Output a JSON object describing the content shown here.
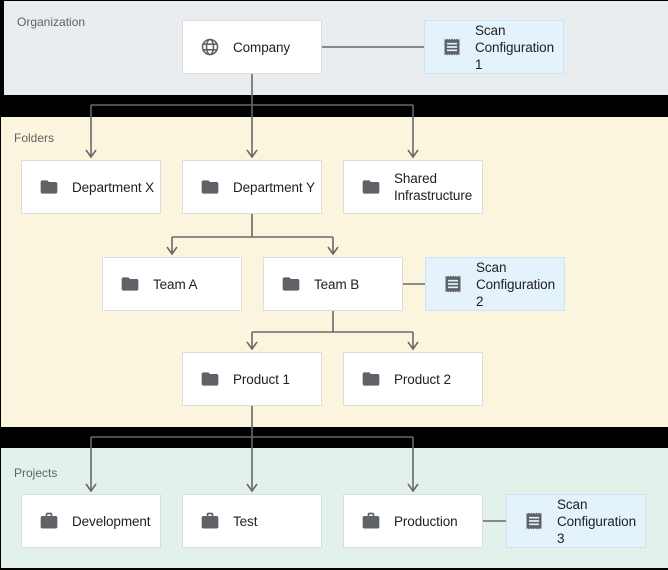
{
  "diagram": {
    "sections": {
      "organization": {
        "label": "Organization"
      },
      "folders": {
        "label": "Folders"
      },
      "projects": {
        "label": "Projects"
      }
    },
    "nodes": {
      "company": {
        "label": "Company",
        "icon": "globe-icon"
      },
      "scan1": {
        "label": "Scan Configuration 1",
        "icon": "scan-config-icon"
      },
      "dept_x": {
        "label": "Department X",
        "icon": "folder-icon"
      },
      "dept_y": {
        "label": "Department Y",
        "icon": "folder-icon"
      },
      "shared_infra": {
        "label": "Shared Infrastructure",
        "icon": "folder-icon"
      },
      "team_a": {
        "label": "Team A",
        "icon": "folder-icon"
      },
      "team_b": {
        "label": "Team B",
        "icon": "folder-icon"
      },
      "scan2": {
        "label": "Scan Configuration 2",
        "icon": "scan-config-icon"
      },
      "product1": {
        "label": "Product 1",
        "icon": "folder-icon"
      },
      "product2": {
        "label": "Product 2",
        "icon": "folder-icon"
      },
      "development": {
        "label": "Development",
        "icon": "briefcase-icon"
      },
      "test": {
        "label": "Test",
        "icon": "briefcase-icon"
      },
      "production": {
        "label": "Production",
        "icon": "briefcase-icon"
      },
      "scan3": {
        "label": "Scan Configuration 3",
        "icon": "scan-config-icon"
      }
    },
    "edges": [
      {
        "from": "company",
        "to": "dept_x",
        "type": "hierarchy"
      },
      {
        "from": "company",
        "to": "dept_y",
        "type": "hierarchy"
      },
      {
        "from": "company",
        "to": "shared_infra",
        "type": "hierarchy"
      },
      {
        "from": "dept_y",
        "to": "team_a",
        "type": "hierarchy"
      },
      {
        "from": "dept_y",
        "to": "team_b",
        "type": "hierarchy"
      },
      {
        "from": "team_b",
        "to": "product1",
        "type": "hierarchy"
      },
      {
        "from": "team_b",
        "to": "product2",
        "type": "hierarchy"
      },
      {
        "from": "product1",
        "to": "development",
        "type": "hierarchy"
      },
      {
        "from": "product1",
        "to": "test",
        "type": "hierarchy"
      },
      {
        "from": "product1",
        "to": "production",
        "type": "hierarchy"
      },
      {
        "from": "company",
        "to": "scan1",
        "type": "attachment"
      },
      {
        "from": "team_b",
        "to": "scan2",
        "type": "attachment"
      },
      {
        "from": "production",
        "to": "scan3",
        "type": "attachment"
      }
    ],
    "colors": {
      "organization_bg": "#e9edf0",
      "folders_bg": "#fcf5dd",
      "projects_bg": "#e2f1e9",
      "band": "#000000",
      "node_bg": "#ffffff",
      "node_border": "#dadce0",
      "scan_bg": "#e4f2fc",
      "scan_border": "#cde4f5",
      "line": "#66696d",
      "icon": "#5f6368",
      "text": "#202124",
      "section_label": "#5f6368"
    }
  }
}
